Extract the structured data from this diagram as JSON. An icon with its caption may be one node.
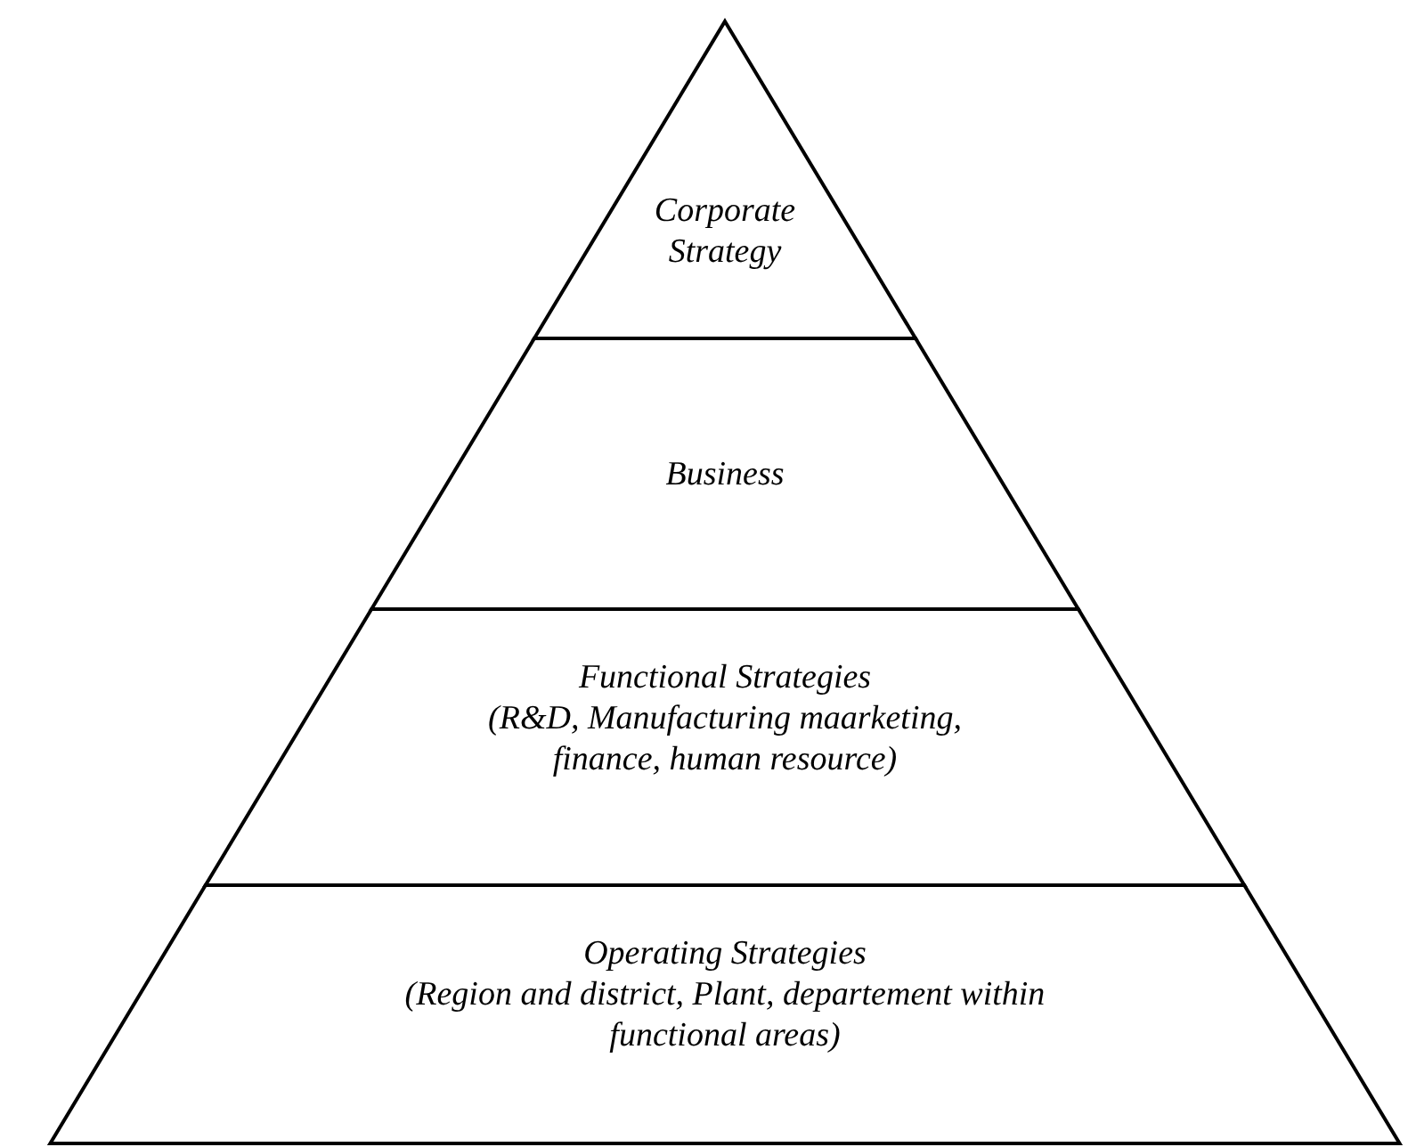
{
  "diagram": {
    "nodes": [
      {
        "text": [
          "Corporate Strategy"
        ]
      },
      {
        "text": [
          "Business"
        ]
      },
      {
        "text": [
          "Functional Strategies",
          "(R&D, Manufacturing maarketing, finance, human resource)"
        ]
      },
      {
        "text": [
          "Operating Strategies",
          "(Region and district, Plant, departement within functional areas)"
        ]
      }
    ]
  }
}
